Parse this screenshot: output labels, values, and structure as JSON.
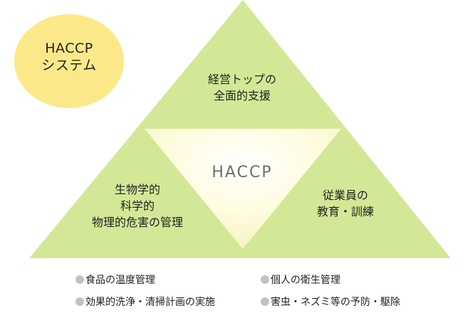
{
  "badge": {
    "line1": "HACCP",
    "line2": "システム",
    "color": "#fbe989"
  },
  "triangle": {
    "fill_color": "#d3e897",
    "center_glow_color": "#fffce0",
    "top": {
      "line1": "経営トップの",
      "line2": "全面的支援"
    },
    "left": {
      "line1": "生物学的",
      "line2": "科学的",
      "line3": "物理的危害の管理"
    },
    "right": {
      "line1": "従業員の",
      "line2": "教育・訓練"
    },
    "center": "HACCP"
  },
  "list": {
    "bullet_color": "#c2c2c2",
    "items": [
      "食品の温度管理",
      "個人の衛生管理",
      "効果的洗浄・清掃計画の実施",
      "害虫・ネズミ等の予防・駆除"
    ]
  }
}
